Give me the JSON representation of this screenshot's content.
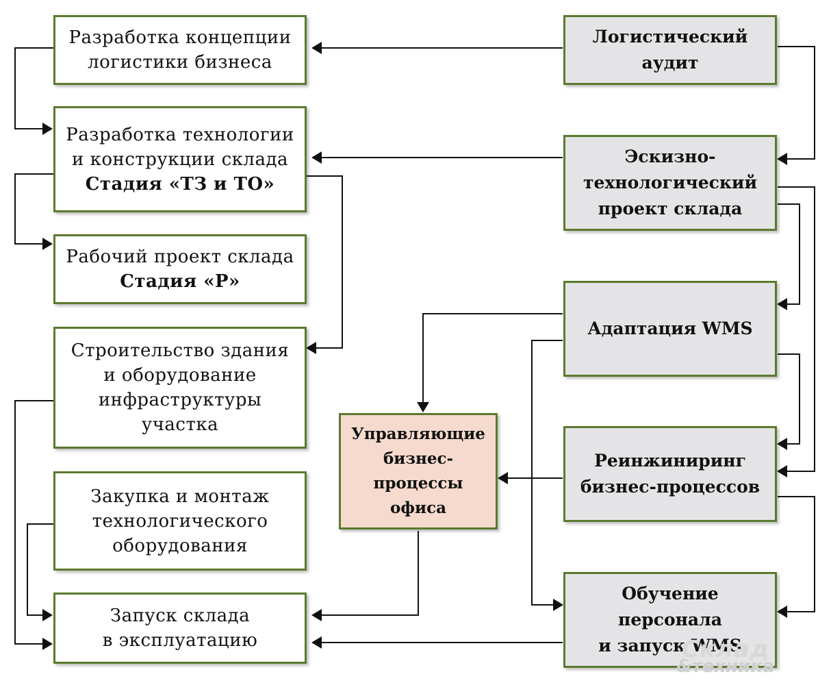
{
  "left_boxes": [
    {
      "lines": [
        "Разработка концепции",
        "логистики бизнеса"
      ]
    },
    {
      "lines": [
        "Разработка технологии",
        "и конструкции склада"
      ],
      "bold_line": "Стадия «ТЗ и ТО»"
    },
    {
      "lines": [
        "Рабочий проект склада"
      ],
      "bold_line": "Стадия «Р»"
    },
    {
      "lines": [
        "Строительство здания",
        "и оборудование",
        "инфраструктуры",
        "участка"
      ]
    },
    {
      "lines": [
        "Закупка и монтаж",
        "технологического",
        "оборудования"
      ]
    },
    {
      "lines": [
        "Запуск склада",
        "в эксплуатацию"
      ]
    }
  ],
  "right_boxes": [
    {
      "lines": [
        "Логистический",
        "аудит"
      ]
    },
    {
      "lines": [
        "Эскизно-",
        "технологический",
        "проект склада"
      ]
    },
    {
      "lines": [
        "Адаптация WMS"
      ]
    },
    {
      "lines": [
        "Реинжиниринг",
        "бизнес-процессов"
      ]
    },
    {
      "lines": [
        "Обучение",
        "персонала",
        "и запуск WMS"
      ]
    }
  ],
  "center_box": {
    "lines": [
      "Управляющие",
      "бизнес-",
      "процессы",
      "офиса"
    ]
  },
  "watermark": {
    "line1": "Склад",
    "line2": "&техника"
  },
  "colors": {
    "border": "#5a7a2e",
    "right_fill": "#e4e4e7",
    "center_fill": "#f5dacd",
    "line": "#111111"
  }
}
